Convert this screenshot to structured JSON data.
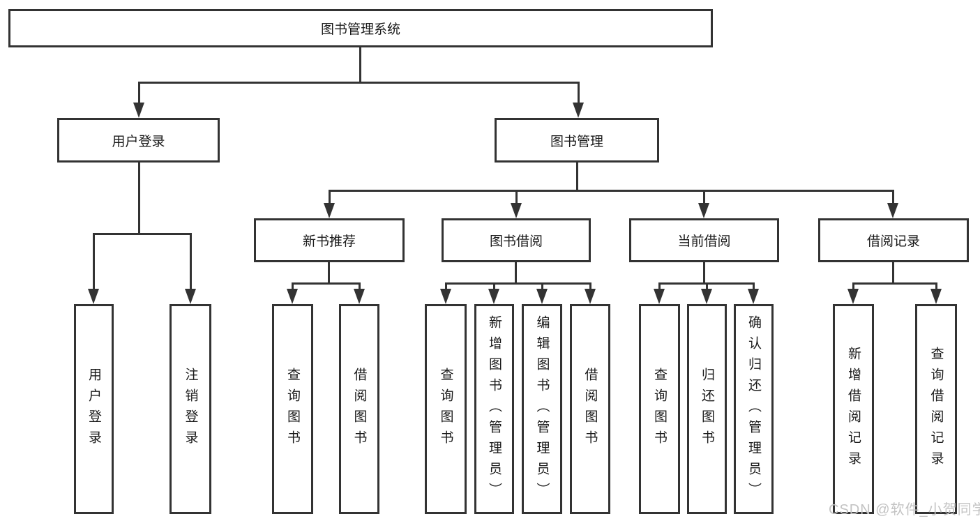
{
  "diagram": {
    "root": {
      "label": "图书管理系统"
    },
    "user_login": {
      "label": "用户登录",
      "children": [
        {
          "label": "用户登录"
        },
        {
          "label": "注销登录"
        }
      ]
    },
    "book_mgmt": {
      "label": "图书管理",
      "children": [
        {
          "label": "新书推荐",
          "children": [
            {
              "label": "查询图书"
            },
            {
              "label": "借阅图书"
            }
          ]
        },
        {
          "label": "图书借阅",
          "children": [
            {
              "label": "查询图书"
            },
            {
              "label": "新增图书（管理员）"
            },
            {
              "label": "编辑图书（管理员）"
            },
            {
              "label": "借阅图书"
            }
          ]
        },
        {
          "label": "当前借阅",
          "children": [
            {
              "label": "查询图书"
            },
            {
              "label": "归还图书"
            },
            {
              "label": "确认归还（管理员）"
            }
          ]
        },
        {
          "label": "借阅记录",
          "children": [
            {
              "label": "新增借阅记录"
            },
            {
              "label": "查询借阅记录"
            }
          ]
        }
      ]
    }
  },
  "watermark": {
    "text": "CSDN @软件_小贺同学"
  },
  "colors": {
    "line": "#333333",
    "text": "#1a1a1a",
    "watermark": "#c3c3c3",
    "background": "#ffffff"
  }
}
